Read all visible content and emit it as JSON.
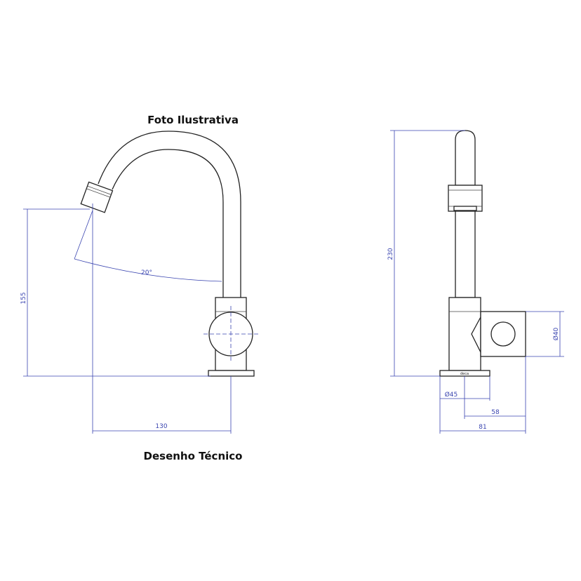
{
  "captions": {
    "top": "Foto Ilustrativa",
    "bottom": "Desenho Técnico"
  },
  "dimensions": {
    "height_spout": "155",
    "reach": "130",
    "angle": "20°",
    "height_total": "230",
    "handle_diameter": "Ø40",
    "base_diameter": "Ø45",
    "handle_offset": "58",
    "depth_total": "81"
  },
  "brand": "deca",
  "colors": {
    "outline": "#222222",
    "dimension": "#3a45b0"
  }
}
